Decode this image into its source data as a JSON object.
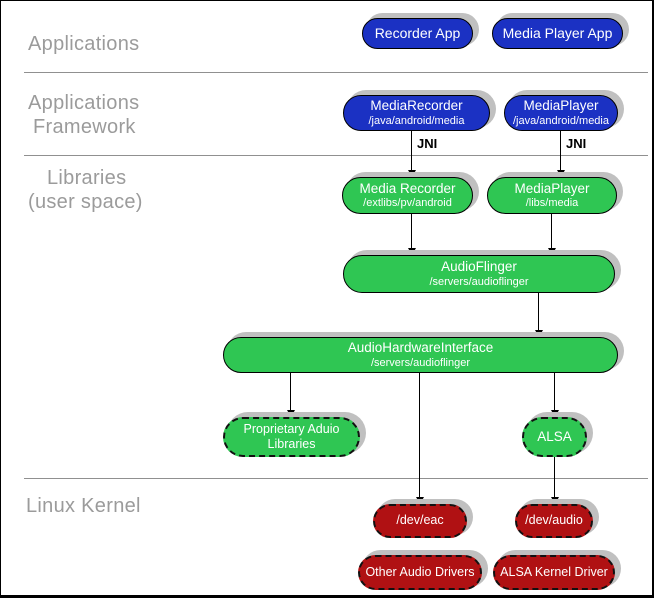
{
  "sections": {
    "applications": "Applications",
    "framework_line1": "Applications",
    "framework_line2": "Framework",
    "libraries_line1": "Libraries",
    "libraries_line2": "(user space)",
    "kernel": "Linux Kernel"
  },
  "labels": {
    "jni_left": "JNI",
    "jni_right": "JNI"
  },
  "nodes": {
    "recorder_app": {
      "title": "Recorder App"
    },
    "media_player_app": {
      "title": "Media Player App"
    },
    "media_recorder_fw": {
      "title": "MediaRecorder",
      "subtitle": "/java/android/media"
    },
    "media_player_fw": {
      "title": "MediaPlayer",
      "subtitle": "/java/android/media"
    },
    "media_recorder_lib": {
      "title": "Media Recorder",
      "subtitle": "/extlibs/pv/android"
    },
    "media_player_lib": {
      "title": "MediaPlayer",
      "subtitle": "/libs/media"
    },
    "audioflinger": {
      "title": "AudioFlinger",
      "subtitle": "/servers/audioflinger"
    },
    "audio_hw_interface": {
      "title": "AudioHardwareInterface",
      "subtitle": "/servers/audioflinger"
    },
    "proprietary_audio_libs": {
      "title": "Proprietary Aduio",
      "subtitle": "Libraries"
    },
    "alsa": {
      "title": "ALSA"
    },
    "dev_eac": {
      "title": "/dev/eac"
    },
    "dev_audio": {
      "title": "/dev/audio"
    },
    "other_audio_drivers": {
      "title": "Other Audio Drivers"
    },
    "alsa_kernel_driver": {
      "title": "ALSA Kernel Driver"
    }
  },
  "colors": {
    "app_blue": "#1b31c3",
    "lib_green": "#2fc653",
    "kernel_red": "#b01113",
    "section_text": "#9b9b9b",
    "divider": "#909090",
    "shadow": "#c0c0c0"
  }
}
